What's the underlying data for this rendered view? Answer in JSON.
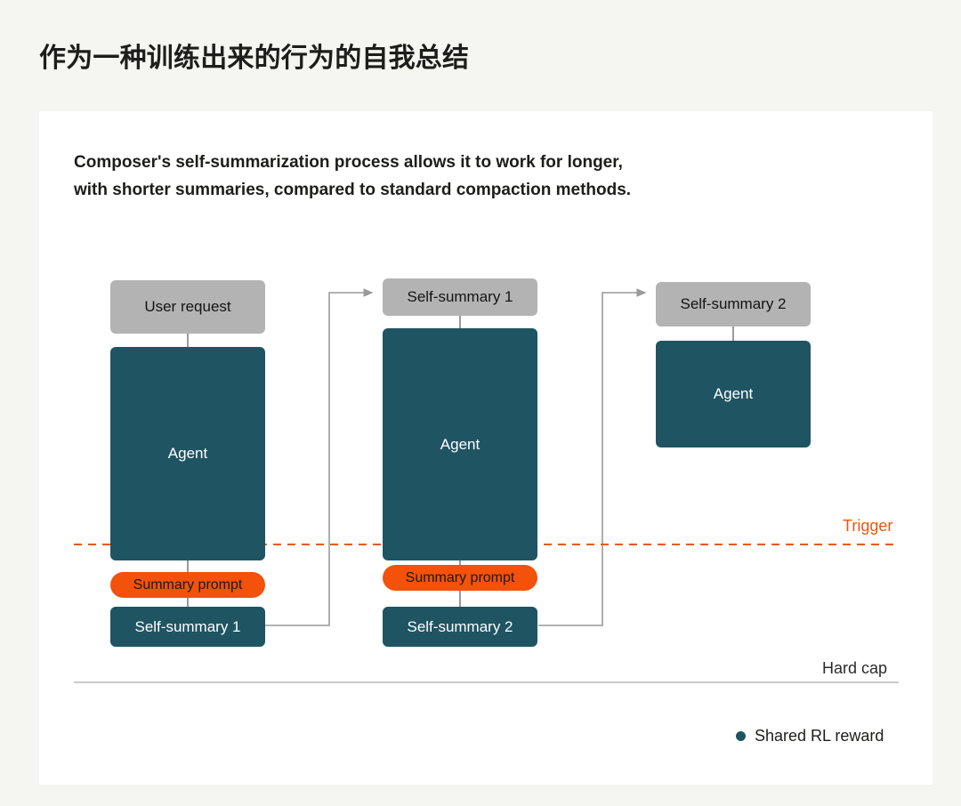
{
  "page": {
    "title": "作为一种训练出来的行为的自我总结",
    "background_color": "#f5f5f1",
    "card_color": "#ffffff"
  },
  "card": {
    "subtitle_line_1": "Composer's self-summarization process allows it to work for longer,",
    "subtitle_line_2": "with shorter summaries, compared to standard compaction methods."
  },
  "diagram": {
    "colors": {
      "teal": "#1f5463",
      "gray": "#b3b3b3",
      "orange": "#f4510a",
      "trigger": "#e8590c",
      "connector": "#9a9a9a"
    },
    "columns": [
      {
        "id": "column-1",
        "input_label": "User request",
        "agent_label": "Agent",
        "prompt_label": "Summary prompt",
        "output_label": "Self-summary 1"
      },
      {
        "id": "column-2",
        "input_label": "Self-summary 1",
        "agent_label": "Agent",
        "prompt_label": "Summary prompt",
        "output_label": "Self-summary 2"
      },
      {
        "id": "column-3",
        "input_label": "Self-summary 2",
        "agent_label": "Agent"
      }
    ],
    "trigger_label": "Trigger",
    "hard_cap_label": "Hard cap",
    "legend": {
      "dot_label": "Shared RL reward"
    }
  }
}
